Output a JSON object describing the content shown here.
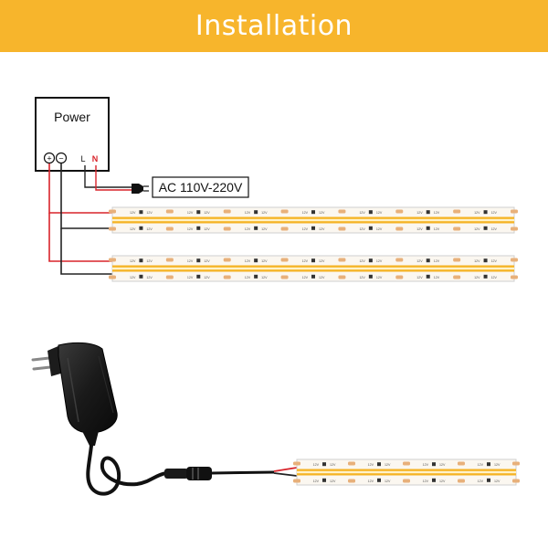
{
  "header": {
    "title": "Installation"
  },
  "power_box": {
    "label": "Power",
    "terminal_positive": "+",
    "terminal_negative": "−",
    "terminal_live": "L",
    "terminal_neutral": "N"
  },
  "ac_input": {
    "label": "AC 110V-220V"
  },
  "strip_marking": {
    "left": "12V",
    "right": "12V"
  },
  "colors": {
    "banner": "#F7B52C",
    "wire_red": "#D8232A",
    "wire_black": "#222222",
    "led_glow": "#F5B324",
    "strip_copper": "#E8B07A"
  },
  "icons": [
    "plug-icon",
    "adapter-icon",
    "connector-icon"
  ]
}
